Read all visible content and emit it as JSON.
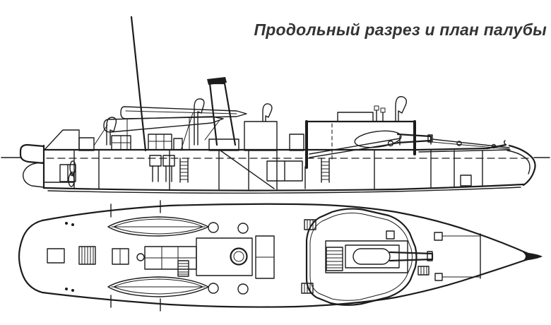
{
  "title": {
    "text": "Продольный разрез и план палубы"
  },
  "colors": {
    "paper": "#ffffff",
    "ink": "#1c1c1e",
    "title_ink": "#343437"
  },
  "figure": {
    "views": [
      {
        "label": "Продольный разрез"
      },
      {
        "label": "план палубы"
      }
    ]
  }
}
